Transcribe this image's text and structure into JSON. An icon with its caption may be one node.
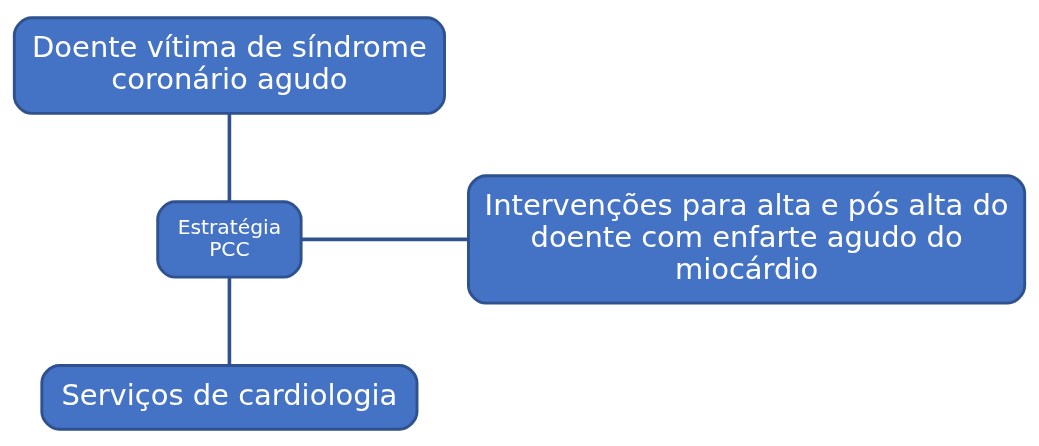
{
  "diagram": {
    "nodes": [
      {
        "text": [
          "Doente vítima de síndrome coronário agudo"
        ]
      },
      {
        "text": [
          "Estratégia PCC"
        ]
      },
      {
        "text": [
          "Intervenções para alta e pós alta do doente com enfarte agudo do miocárdio"
        ]
      },
      {
        "text": [
          "Serviços de cardiologia"
        ]
      }
    ],
    "edges": [
      {
        "from": 0,
        "to": 1,
        "arrow": "none"
      },
      {
        "from": 1,
        "to": 2,
        "arrow": "none"
      },
      {
        "from": 1,
        "to": 3,
        "arrow": "none"
      }
    ]
  }
}
